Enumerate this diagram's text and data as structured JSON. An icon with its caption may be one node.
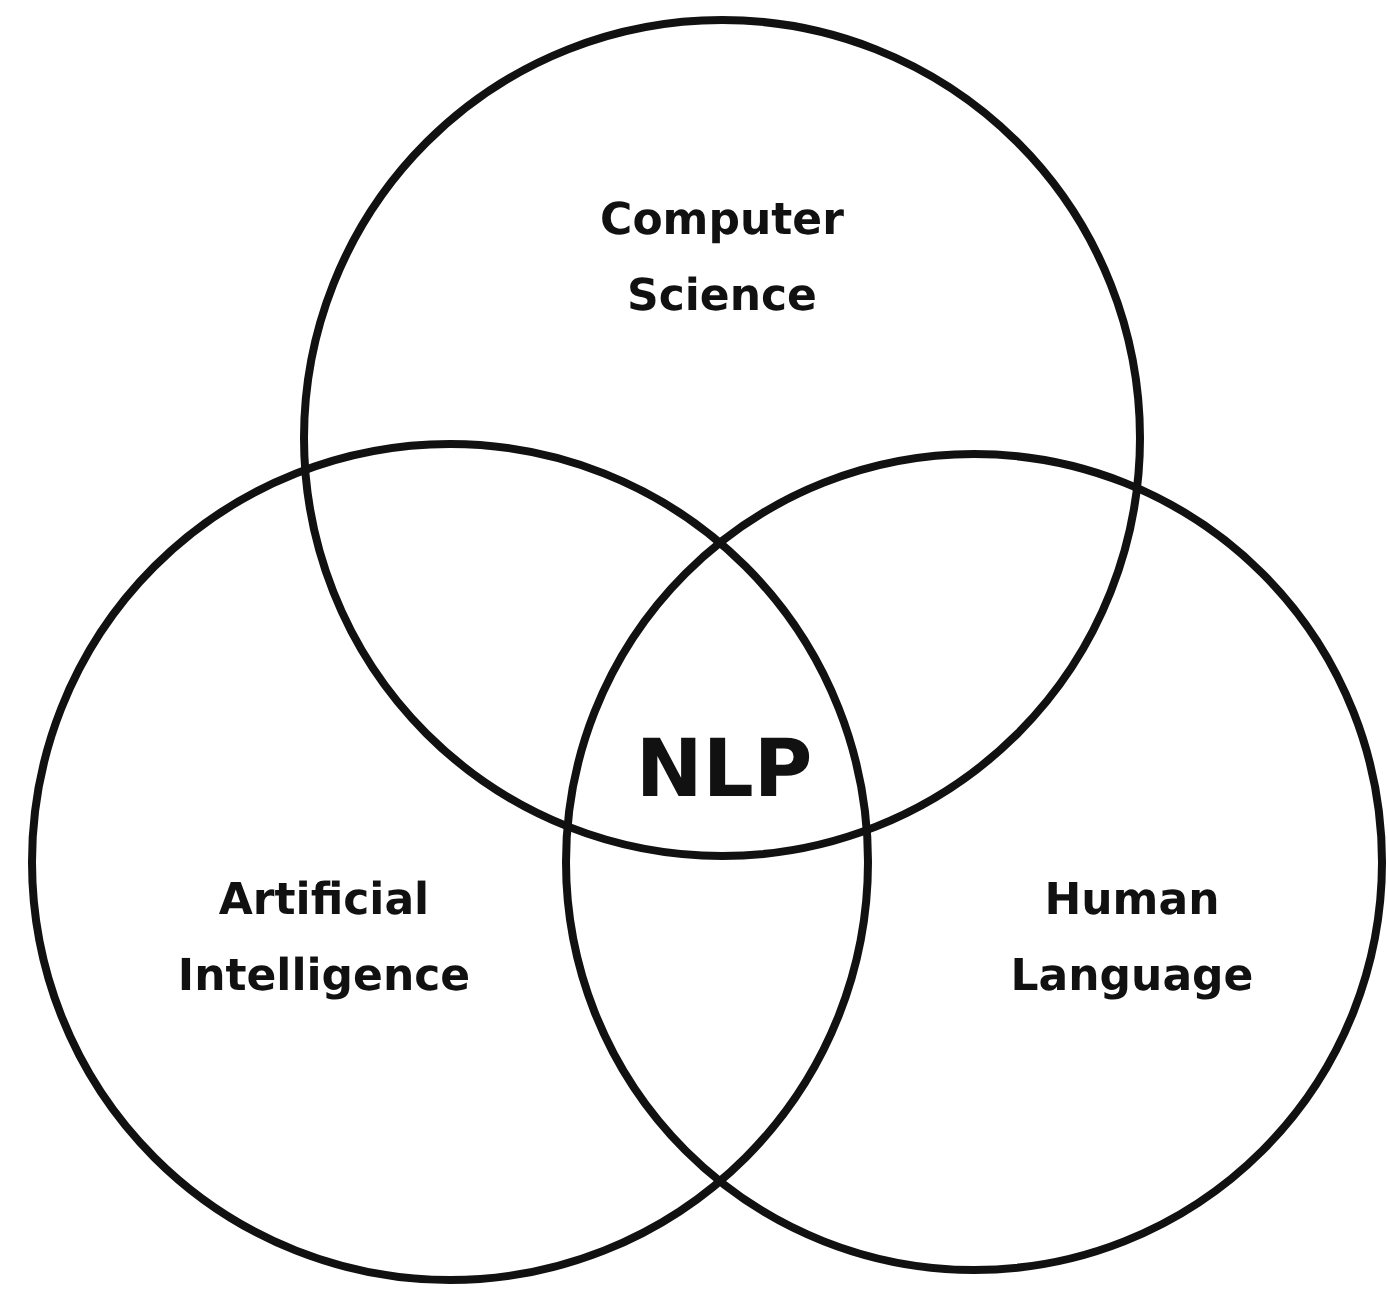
{
  "diagram": {
    "nodes": [
      {
        "text": [
          "Computer Science"
        ]
      },
      {
        "text": [
          "Artificial Intelligence"
        ]
      },
      {
        "text": [
          "Human Language"
        ]
      }
    ],
    "labels": [
      "NLP"
    ]
  }
}
